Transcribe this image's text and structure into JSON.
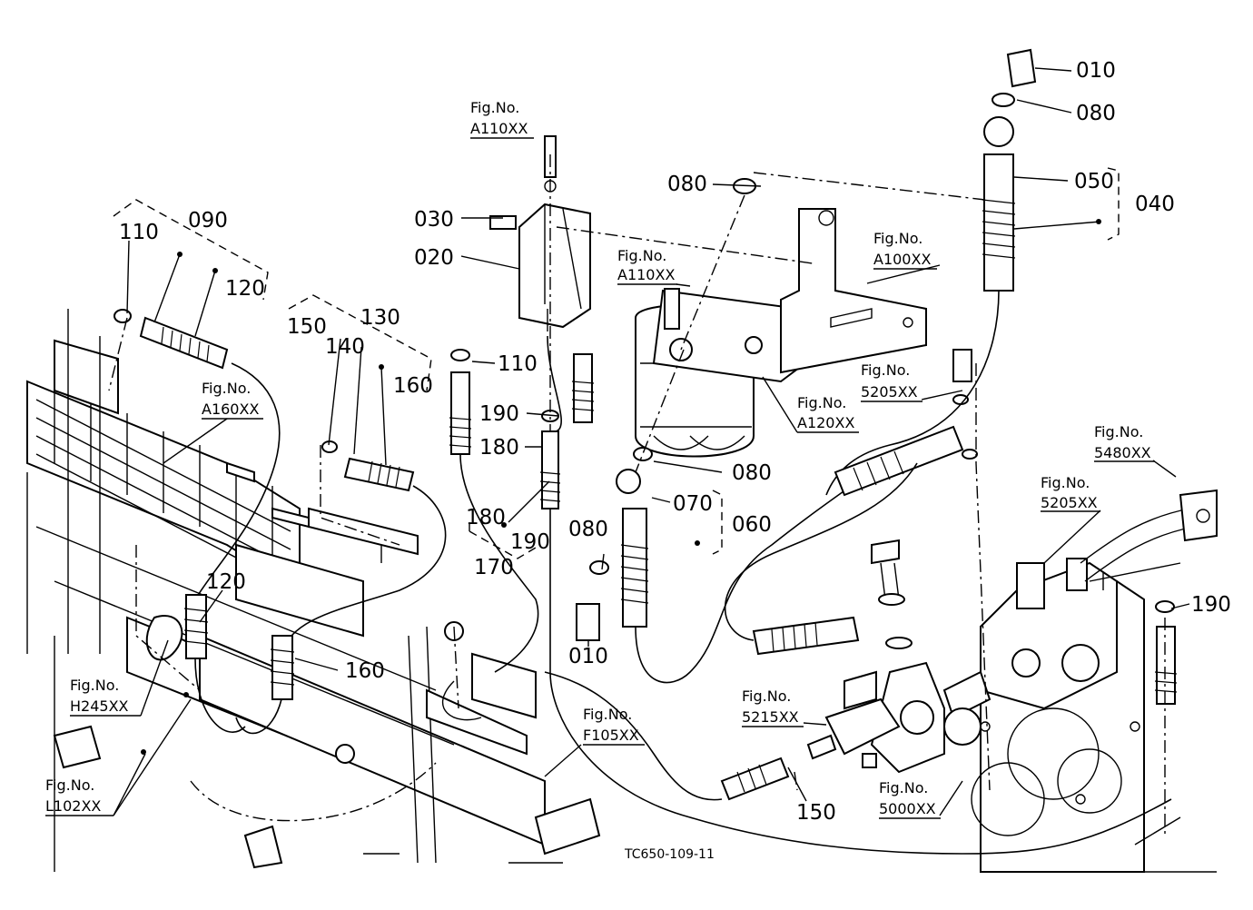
{
  "drawing_code": "TC650-109-11",
  "fig_prefix": "Fig.No.",
  "part_labels": [
    {
      "id": "p010a",
      "text": "010"
    },
    {
      "id": "p080a",
      "text": "080"
    },
    {
      "id": "p050",
      "text": "050"
    },
    {
      "id": "p040",
      "text": "040"
    },
    {
      "id": "p080b",
      "text": "080"
    },
    {
      "id": "p030",
      "text": "030"
    },
    {
      "id": "p020",
      "text": "020"
    },
    {
      "id": "p110a",
      "text": "110"
    },
    {
      "id": "p090",
      "text": "090"
    },
    {
      "id": "p120a",
      "text": "120"
    },
    {
      "id": "p150a",
      "text": "150"
    },
    {
      "id": "p130",
      "text": "130"
    },
    {
      "id": "p140",
      "text": "140"
    },
    {
      "id": "p160a",
      "text": "160"
    },
    {
      "id": "p110b",
      "text": "110"
    },
    {
      "id": "p190a",
      "text": "190"
    },
    {
      "id": "p180a",
      "text": "180"
    },
    {
      "id": "p180b",
      "text": "180"
    },
    {
      "id": "p190b",
      "text": "190"
    },
    {
      "id": "p170",
      "text": "170"
    },
    {
      "id": "p080c",
      "text": "080"
    },
    {
      "id": "p070",
      "text": "070"
    },
    {
      "id": "p060",
      "text": "060"
    },
    {
      "id": "p080d",
      "text": "080"
    },
    {
      "id": "p010b",
      "text": "010"
    },
    {
      "id": "p120b",
      "text": "120"
    },
    {
      "id": "p160b",
      "text": "160"
    },
    {
      "id": "p150b",
      "text": "150"
    },
    {
      "id": "p190c",
      "text": "190"
    }
  ],
  "fig_refs": [
    {
      "id": "f1",
      "code": "A110XX"
    },
    {
      "id": "f2",
      "code": "A110XX"
    },
    {
      "id": "f3",
      "code": "A100XX"
    },
    {
      "id": "f4",
      "code": "5205XX"
    },
    {
      "id": "f5",
      "code": "A120XX"
    },
    {
      "id": "f6",
      "code": "5480XX"
    },
    {
      "id": "f7",
      "code": "5205XX"
    },
    {
      "id": "f8",
      "code": "A160XX"
    },
    {
      "id": "f9",
      "code": "H245XX"
    },
    {
      "id": "f10",
      "code": "L102XX"
    },
    {
      "id": "f11",
      "code": "F105XX"
    },
    {
      "id": "f12",
      "code": "5215XX"
    },
    {
      "id": "f13",
      "code": "5000XX"
    }
  ]
}
